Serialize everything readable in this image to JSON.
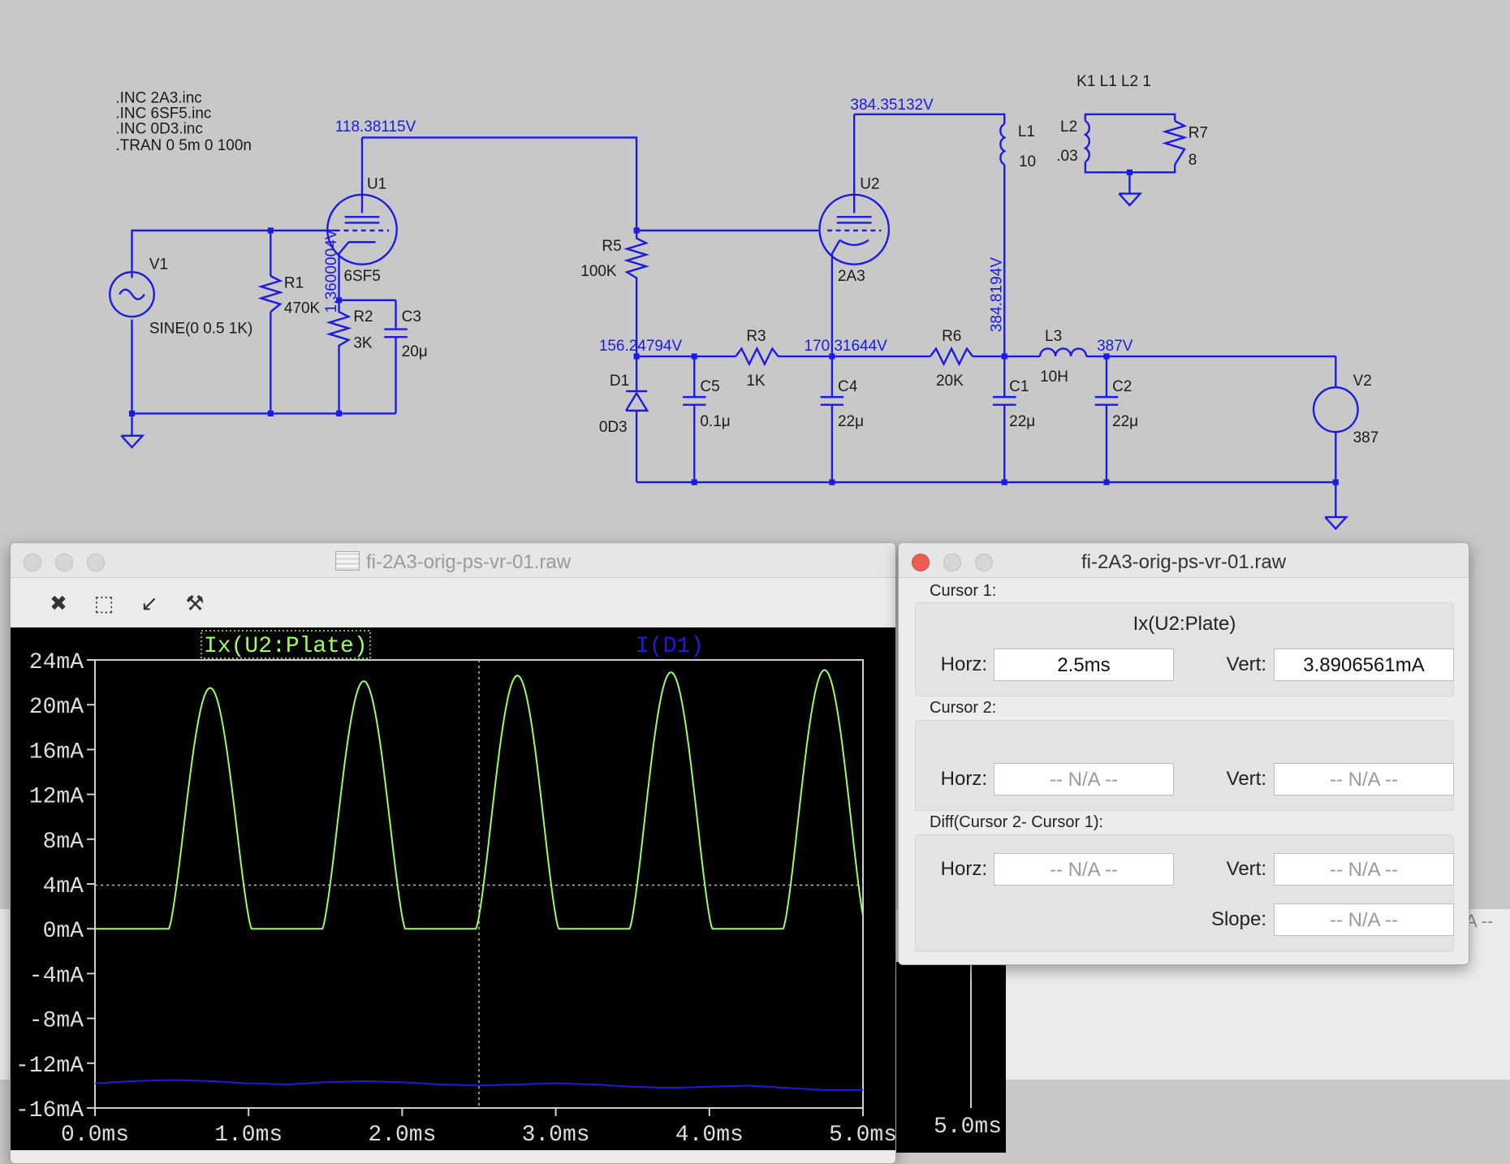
{
  "schematic": {
    "directives": [
      ".INC 2A3.inc",
      ".INC 6SF5.inc",
      ".INC 0D3.inc",
      ".TRAN 0 5m 0 100n"
    ],
    "coupling": "K1 L1 L2 1",
    "voltages": {
      "u1_plate": "118.38115V",
      "u2_plate": "384.35132V",
      "u1_cathode": "1.3600004V",
      "node_d1": "156.24794V",
      "node_c4": "170.31644V",
      "node_c1_vertical": "384.8194V",
      "node_c2": "387V"
    },
    "components": {
      "U1": "U1",
      "U1_type": "6SF5",
      "U2": "U2",
      "U2_type": "2A3",
      "V1": "V1",
      "V1_val": "SINE(0 0.5 1K)",
      "V2": "V2",
      "V2_val": "387",
      "R1": "R1",
      "R1_val": "470K",
      "R2": "R2",
      "R2_val": "3K",
      "R3": "R3",
      "R3_val": "1K",
      "R5": "R5",
      "R5_val": "100K",
      "R6": "R6",
      "R6_val": "20K",
      "R7": "R7",
      "R7_val": "8",
      "C1": "C1",
      "C1_val": "22μ",
      "C2": "C2",
      "C2_val": "22μ",
      "C3": "C3",
      "C3_val": "20μ",
      "C4": "C4",
      "C4_val": "22μ",
      "C5": "C5",
      "C5_val": "0.1μ",
      "L1": "L1",
      "L1_val": "10",
      "L2": "L2",
      "L2_val": ".03",
      "L3": "L3",
      "L3_val": "10H",
      "D1": "D1",
      "D1_val": "0D3"
    },
    "color": "#1a1ae6"
  },
  "plot_window": {
    "title": "fi-2A3-orig-ps-vr-01.raw",
    "toolbar_icons": [
      "zoom-cancel-icon",
      "zoom-extents-icon",
      "zoom-back-icon",
      "probe-icon"
    ]
  },
  "chart_data": {
    "type": "line",
    "x_tick_labels": [
      "0.0ms",
      "1.0ms",
      "2.0ms",
      "3.0ms",
      "4.0ms",
      "5.0ms"
    ],
    "y_tick_labels": [
      "24mA",
      "20mA",
      "16mA",
      "12mA",
      "8mA",
      "4mA",
      "0mA",
      "-4mA",
      "-8mA",
      "-12mA",
      "-16mA"
    ],
    "xlim": [
      0,
      5
    ],
    "ylim": [
      -16,
      24
    ],
    "background": "#000000",
    "series": [
      {
        "name": "Ix(U2:Plate)",
        "color": "#9aff5a",
        "peaks_ms": [
          0.75,
          1.75,
          2.75,
          3.75,
          4.75
        ],
        "peak_mA": [
          21.5,
          22.1,
          22.6,
          22.9,
          23.1
        ],
        "pulse_halfwidth_ms": 0.27
      },
      {
        "name": "I(D1)",
        "color": "#1c1ce0",
        "x": [
          0,
          0.25,
          0.5,
          0.75,
          1.0,
          1.25,
          1.5,
          1.75,
          2.0,
          2.25,
          2.5,
          2.75,
          3.0,
          3.25,
          3.5,
          3.75,
          4.0,
          4.25,
          4.5,
          4.75,
          5.0
        ],
        "y": [
          -13.8,
          -13.6,
          -13.5,
          -13.6,
          -13.8,
          -13.9,
          -13.7,
          -13.6,
          -13.7,
          -13.9,
          -14.0,
          -13.9,
          -13.8,
          -13.9,
          -14.1,
          -14.2,
          -14.1,
          -14.0,
          -14.2,
          -14.4,
          -14.4
        ]
      }
    ],
    "cursor_x": 2.5,
    "cursor_y": 3.89
  },
  "cursor_window": {
    "title": "fi-2A3-orig-ps-vr-01.raw",
    "cursor1_label": "Cursor 1:",
    "cursor1_trace": "Ix(U2:Plate)",
    "horz_label": "Horz:",
    "vert_label": "Vert:",
    "cursor1_horz": "2.5ms",
    "cursor1_vert": "3.8906561mA",
    "cursor2_label": "Cursor 2:",
    "cursor2_horz": "-- N/A --",
    "cursor2_vert": "-- N/A --",
    "diff_label": "Diff(Cursor 2- Cursor 1):",
    "diff_horz": "-- N/A --",
    "diff_vert": "-- N/A --",
    "slope_label": "Slope:",
    "diff_slope": "-- N/A --"
  },
  "background_window": {
    "x_label": "5.0ms",
    "fragment_text": "A --"
  }
}
